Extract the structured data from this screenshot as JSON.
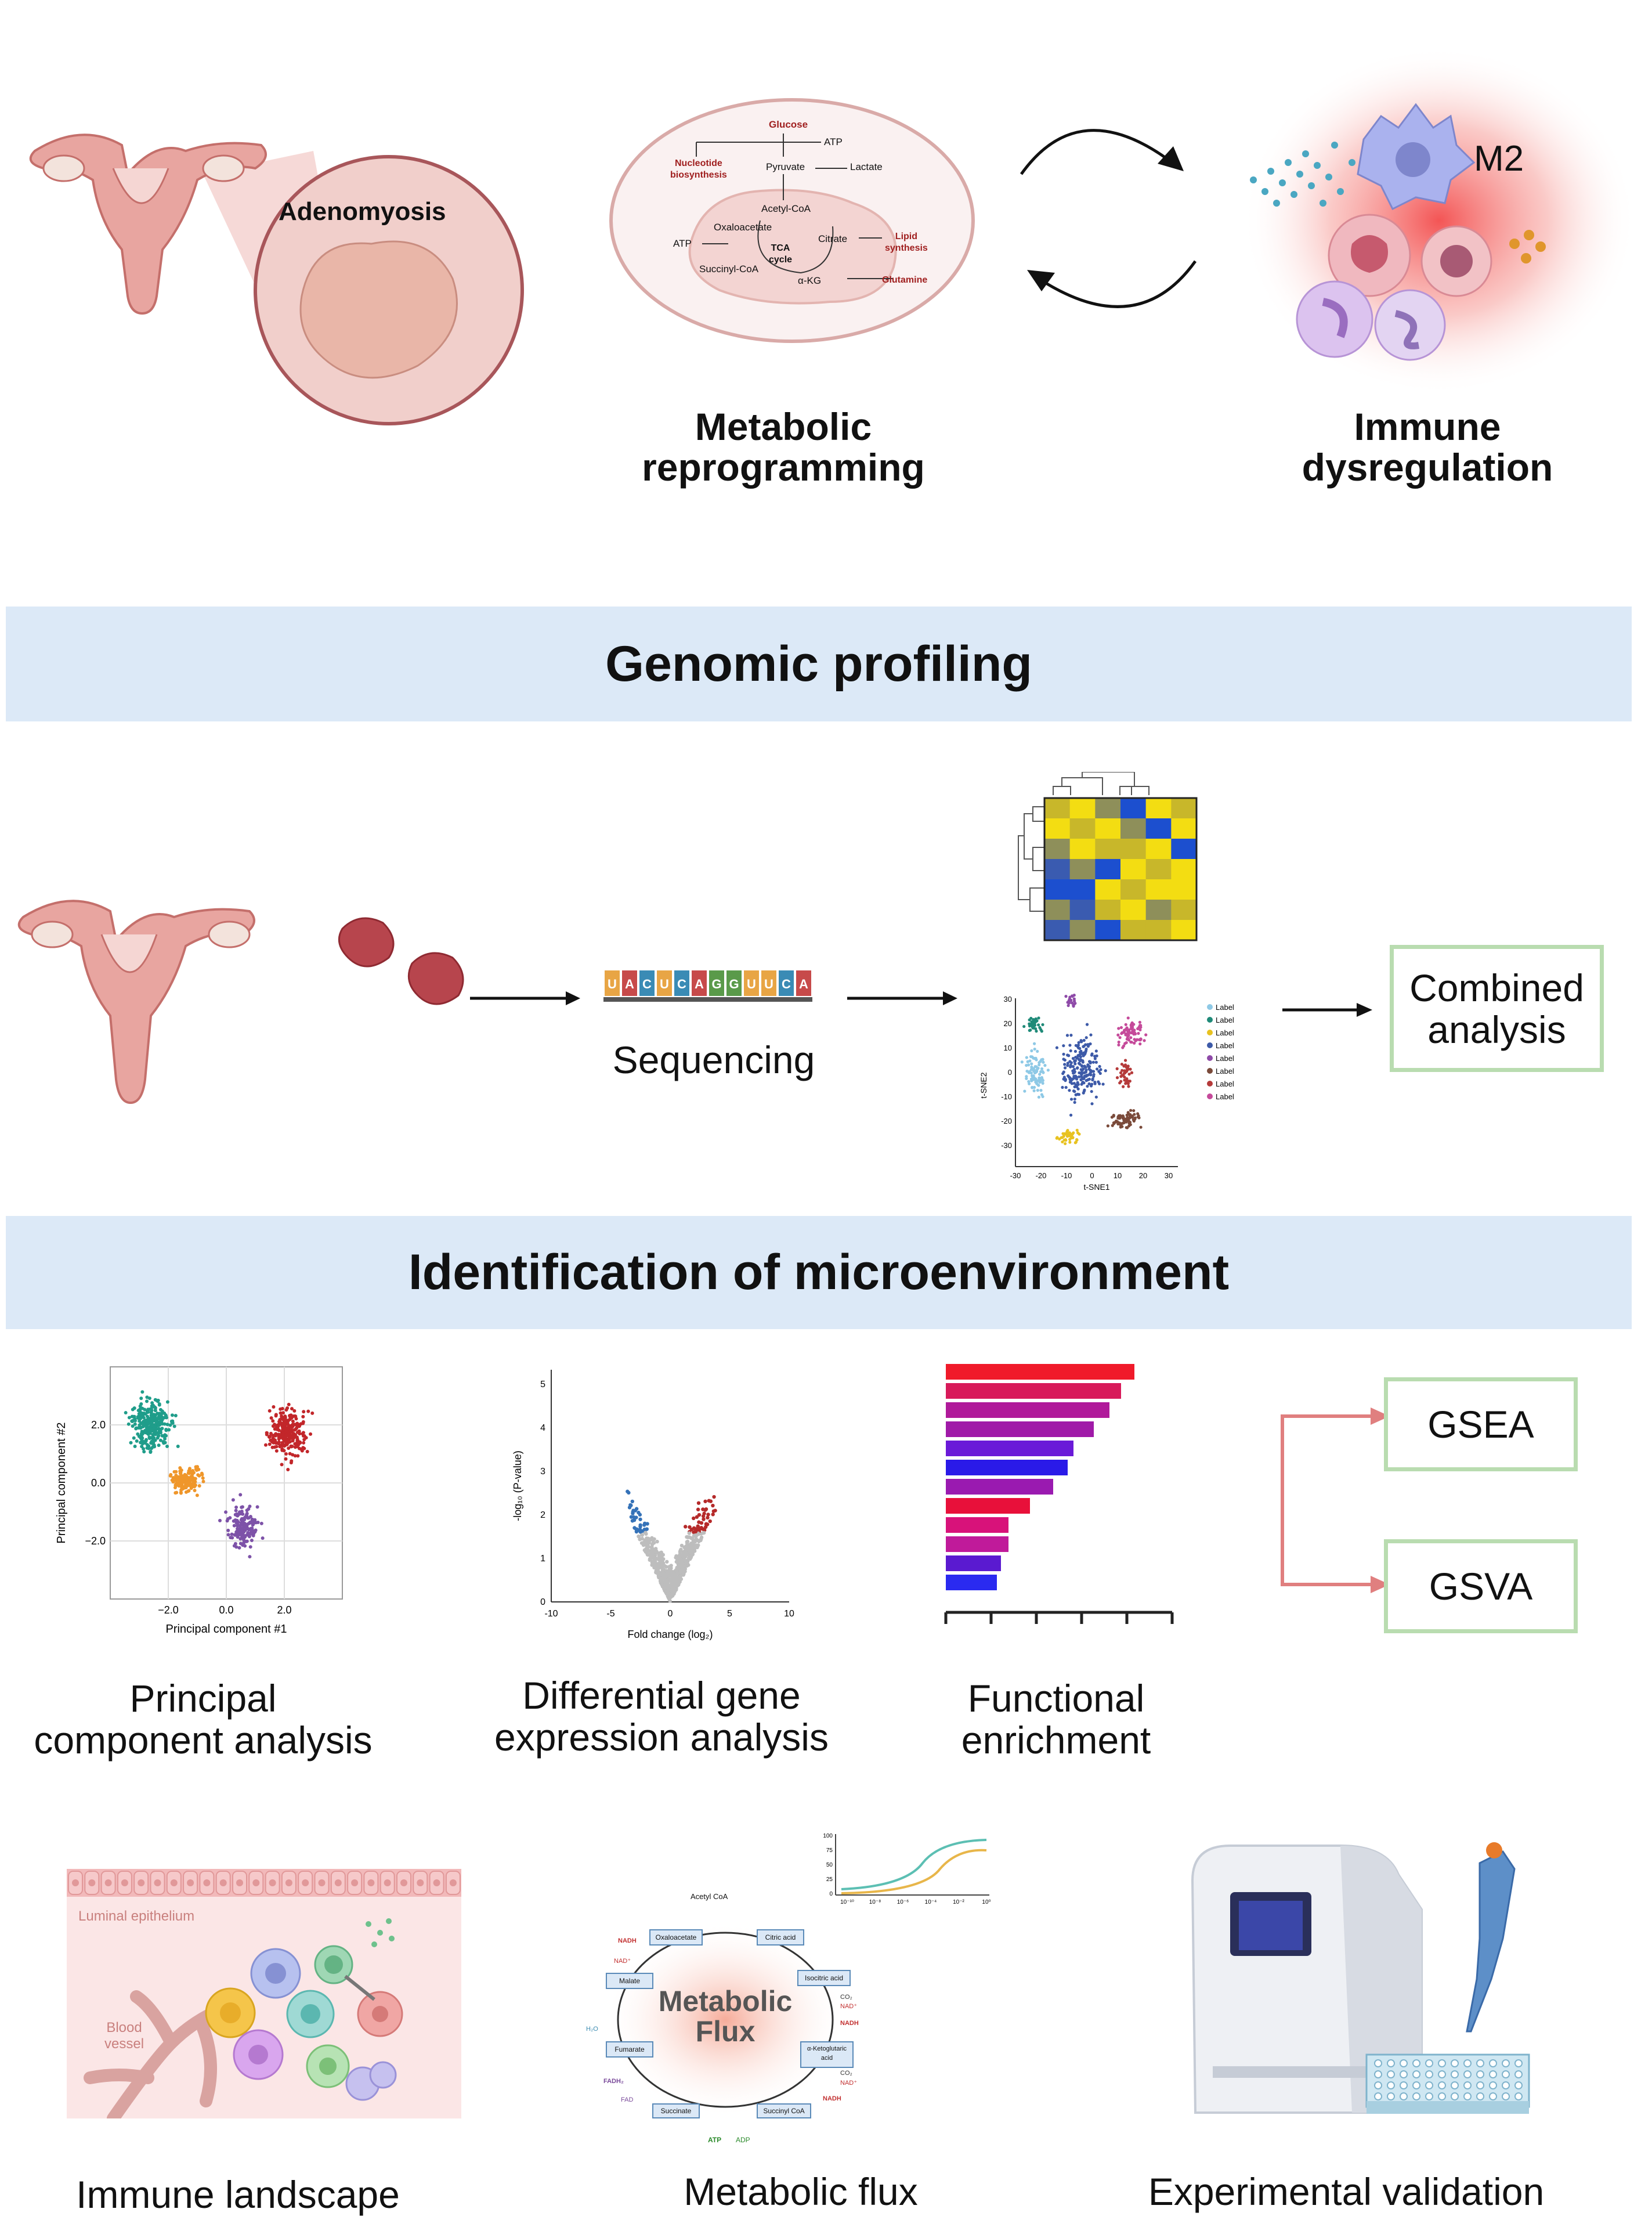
{
  "top": {
    "adenomyosis_label": "Adenomyosis",
    "metabolic_caption": [
      "Metabolic",
      "reprogramming"
    ],
    "immune_caption": [
      "Immune",
      "dysregulation"
    ],
    "m2_label": "M2",
    "pathway": {
      "glucose": "Glucose",
      "atp_top": "ATP",
      "nucleotide": [
        "Nucleotide",
        "biosynthesis"
      ],
      "pyruvate": "Pyruvate",
      "lactate": "Lactate",
      "acetyl_coa": "Acetyl-CoA",
      "oxaloacetate": "Oxaloacetate",
      "citrate": "Citrate",
      "atp_left": "ATP",
      "tca": [
        "TCA",
        "cycle"
      ],
      "lipid": [
        "Lipid",
        "synthesis"
      ],
      "succinyl": "Succinyl-CoA",
      "akg": "α-KG",
      "glutamine": "Glutamine"
    }
  },
  "genomic": {
    "title": "Genomic profiling",
    "sequencing": "Sequencing",
    "rna_letters": [
      "U",
      "A",
      "C",
      "U",
      "C",
      "A",
      "G",
      "G",
      "U",
      "U",
      "C",
      "A"
    ],
    "combined": [
      "Combined",
      "analysis"
    ],
    "tsne": {
      "xlabel": "t-SNE1",
      "ylabel": "t-SNE2",
      "xticks": [
        "-30",
        "-20",
        "-10",
        "0",
        "10",
        "20",
        "30"
      ],
      "yticks": [
        "30",
        "20",
        "10",
        "0",
        "-10",
        "-20",
        "-30"
      ],
      "legend": [
        "Label",
        "Label",
        "Label",
        "Label",
        "Label",
        "Label",
        "Label",
        "Label"
      ]
    }
  },
  "micro": {
    "title": "Identification of microenvironment",
    "pca_caption": [
      "Principal",
      "component analysis"
    ],
    "deg_caption": [
      "Differential gene",
      "expression analysis"
    ],
    "func_caption": [
      "Functional",
      "enrichment"
    ],
    "gsea": "GSEA",
    "gsva": "GSVA",
    "pca": {
      "xlabel": "Principal component #1",
      "ylabel": "Principal component #2",
      "xticks": [
        "−2.0",
        "0.0",
        "2.0"
      ],
      "yticks": [
        "2.0",
        "0.0",
        "−2.0"
      ]
    },
    "volcano": {
      "xlabel": "Fold change (log₂)",
      "ylabel": "-log₁₀ (P-value)",
      "xticks": [
        "-10",
        "-5",
        "0",
        "5",
        "10"
      ],
      "yticks": [
        "0",
        "1",
        "2",
        "3",
        "4",
        "5"
      ]
    }
  },
  "bottom": {
    "immune_caption": "Immune landscape",
    "flux_caption": "Metabolic flux",
    "validation_caption": "Experimental validation",
    "luminal": "Luminal epithelium",
    "blood": [
      "Blood",
      "vessel"
    ],
    "flux_title": [
      "Metabolic",
      "Flux"
    ],
    "flux": {
      "acetyl": "Acetyl CoA",
      "oxaloacetate": "Oxaloacetate",
      "citric": "Citric acid",
      "isocitric": "Isocitric acid",
      "akg": [
        "α-Ketoglutaric",
        "acid"
      ],
      "succinyl": "Succinyl CoA",
      "succinate": "Succinate",
      "fumarate": "Fumarate",
      "malate": "Malate",
      "nadh1": "NADH",
      "nad1": "NAD⁺",
      "co2a": "CO₂",
      "nad2": "NAD⁺",
      "nadh2": "NADH",
      "co2b": "CO₂",
      "nad3": "NAD⁺",
      "nadh3": "NADH",
      "atp": "ATP",
      "adp": "ADP",
      "fad": "FAD",
      "fadh2": "FADH₂",
      "h2o": "H₂O",
      "curve_yticks": [
        "100",
        "75",
        "50",
        "25",
        "0"
      ],
      "curve_xticks": [
        "10⁻¹⁰",
        "10⁻⁸",
        "10⁻⁶",
        "10⁻⁴",
        "10⁻²",
        "10⁰"
      ]
    }
  }
}
